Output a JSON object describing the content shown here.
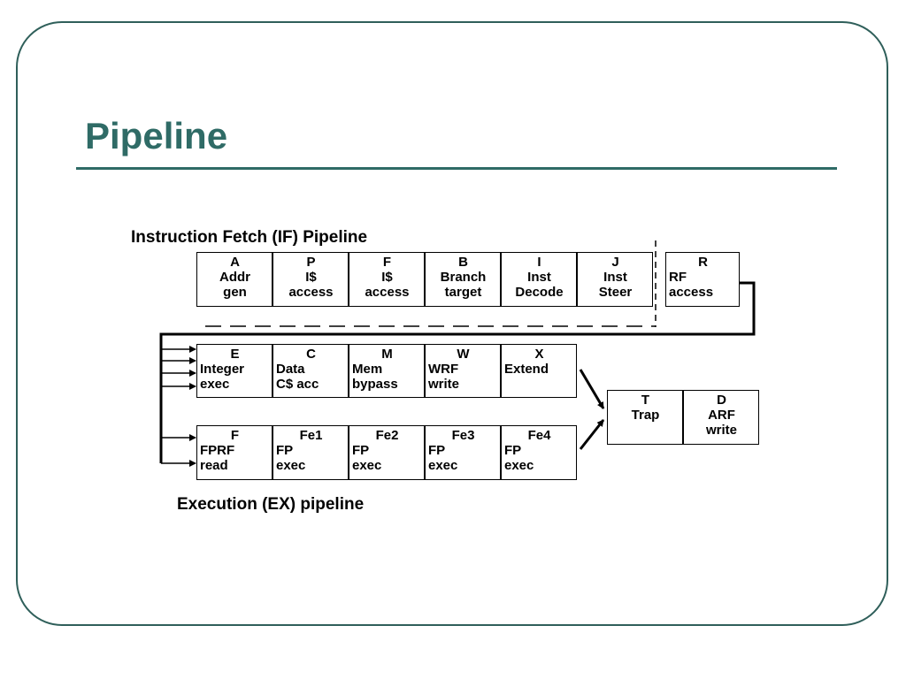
{
  "slide": {
    "title": "Pipeline",
    "colors": {
      "title": "#2f6b66",
      "frame": "#2f5f5a",
      "line": "#000000"
    }
  },
  "if_pipeline": {
    "label": "Instruction Fetch (IF) Pipeline",
    "stages": [
      {
        "id": "A",
        "lines": [
          "Addr",
          "gen"
        ]
      },
      {
        "id": "P",
        "lines": [
          "I$",
          "access"
        ]
      },
      {
        "id": "F",
        "lines": [
          "I$",
          "access"
        ]
      },
      {
        "id": "B",
        "lines": [
          "Branch",
          "target"
        ]
      },
      {
        "id": "I",
        "lines": [
          "Inst",
          "Decode"
        ]
      },
      {
        "id": "J",
        "lines": [
          "Inst",
          "Steer"
        ]
      },
      {
        "id": "R",
        "lines": [
          "RF",
          "access"
        ]
      }
    ]
  },
  "ex_pipeline": {
    "label": "Execution (EX) pipeline",
    "integer_stages": [
      {
        "id": "E",
        "lines": [
          "Integer",
          "exec"
        ]
      },
      {
        "id": "C",
        "lines": [
          "Data",
          "C$ acc"
        ]
      },
      {
        "id": "M",
        "lines": [
          "Mem",
          "bypass"
        ]
      },
      {
        "id": "W",
        "lines": [
          "WRF",
          "write"
        ]
      },
      {
        "id": "X",
        "lines": [
          "Extend"
        ]
      }
    ],
    "fp_stages": [
      {
        "id": "F",
        "lines": [
          "FPRF",
          "read"
        ]
      },
      {
        "id": "Fe1",
        "lines": [
          "FP",
          "exec"
        ]
      },
      {
        "id": "Fe2",
        "lines": [
          "FP",
          "exec"
        ]
      },
      {
        "id": "Fe3",
        "lines": [
          "FP",
          "exec"
        ]
      },
      {
        "id": "Fe4",
        "lines": [
          "FP",
          "exec"
        ]
      }
    ],
    "final_stages": [
      {
        "id": "T",
        "lines": [
          "Trap"
        ]
      },
      {
        "id": "D",
        "lines": [
          "ARF",
          "write"
        ]
      }
    ]
  }
}
